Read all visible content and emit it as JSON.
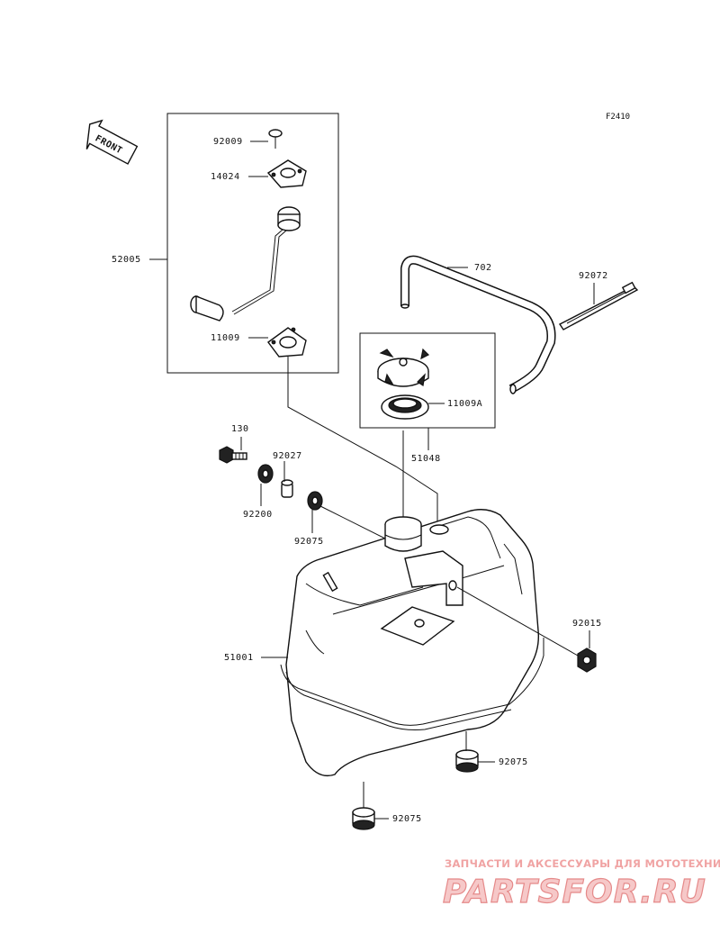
{
  "figure_code": "F2410",
  "front_label": "FRONT",
  "parts": {
    "p92009": "92009",
    "p14024": "14024",
    "p52005": "52005",
    "p11009": "11009",
    "p702": "702",
    "p92072": "92072",
    "p11009A": "11009A",
    "p51048": "51048",
    "p130": "130",
    "p92027": "92027",
    "p92200": "92200",
    "p92075a": "92075",
    "p92015": "92015",
    "p51001": "51001",
    "p92075b": "92075",
    "p92075c": "92075"
  },
  "watermark": {
    "tagline": "ЗАПЧАСТИ И АКСЕССУАРЫ ДЛЯ МОТОТЕХНИКИ",
    "brand": "PARTSFOR.RU"
  }
}
